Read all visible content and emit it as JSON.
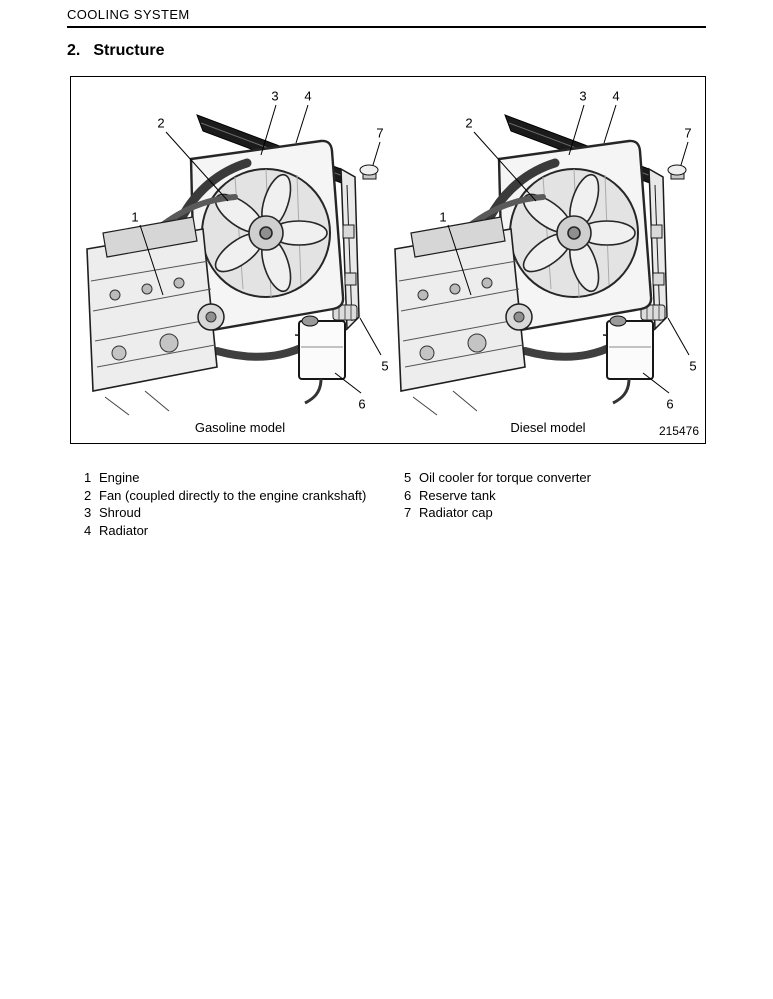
{
  "page": {
    "header": "COOLING SYSTEM"
  },
  "section": {
    "number": "2.",
    "title": "Structure"
  },
  "figure": {
    "caption_left": "Gasoline model",
    "caption_right": "Diesel model",
    "figure_number": "215476",
    "callouts": [
      "1",
      "2",
      "3",
      "4",
      "5",
      "6",
      "7"
    ]
  },
  "legend": {
    "items_left": [
      {
        "num": "1",
        "label": "Engine"
      },
      {
        "num": "2",
        "label": "Fan (coupled directly to the engine crankshaft)"
      },
      {
        "num": "3",
        "label": "Shroud"
      },
      {
        "num": "4",
        "label": "Radiator"
      }
    ],
    "items_right": [
      {
        "num": "5",
        "label": "Oil cooler for torque converter"
      },
      {
        "num": "6",
        "label": "Reserve tank"
      },
      {
        "num": "7",
        "label": "Radiator cap"
      }
    ]
  }
}
